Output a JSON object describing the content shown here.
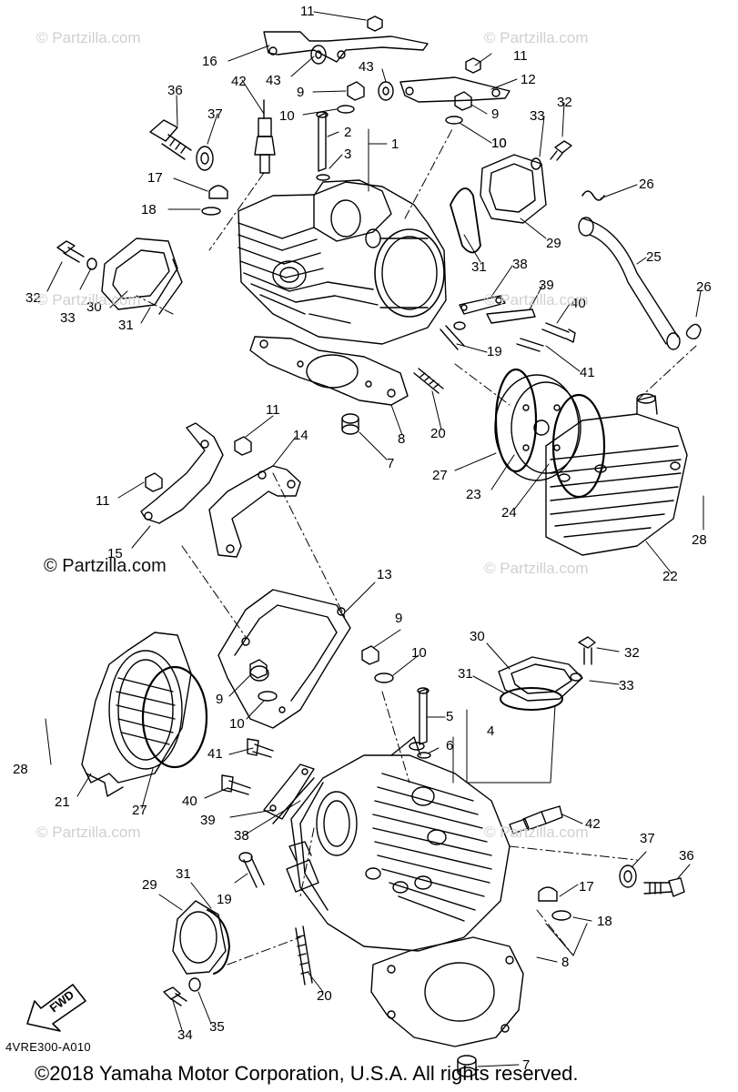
{
  "watermark": {
    "text": "© Partzilla.com",
    "featured_text": "© Partzilla.com"
  },
  "footer": {
    "drawing_code": "4VRE300-A010",
    "copyright": "©2018 Yamaha Motor Corporation, U.S.A. All rights reserved."
  },
  "fwd_label": "FWD",
  "callouts": {
    "upper": [
      "11",
      "16",
      "43",
      "43",
      "9",
      "11",
      "12",
      "9",
      "10",
      "36",
      "42",
      "37",
      "10",
      "2",
      "3",
      "1",
      "10",
      "33",
      "32",
      "17",
      "18",
      "26",
      "32",
      "33",
      "30",
      "31",
      "31",
      "29",
      "25",
      "38",
      "39",
      "26",
      "40",
      "19",
      "41",
      "20",
      "8",
      "7",
      "27",
      "23",
      "24",
      "28",
      "22"
    ],
    "lower": [
      "11",
      "14",
      "11",
      "15",
      "13",
      "9",
      "10",
      "9",
      "10",
      "30",
      "32",
      "31",
      "33",
      "28",
      "5",
      "4",
      "6",
      "41",
      "40",
      "39",
      "38",
      "21",
      "27",
      "42",
      "37",
      "36",
      "29",
      "31",
      "19",
      "17",
      "18",
      "20",
      "8",
      "34",
      "35",
      "7"
    ]
  },
  "colors": {
    "line": "#000000",
    "watermark": "#d0d0d0",
    "background": "#ffffff"
  }
}
